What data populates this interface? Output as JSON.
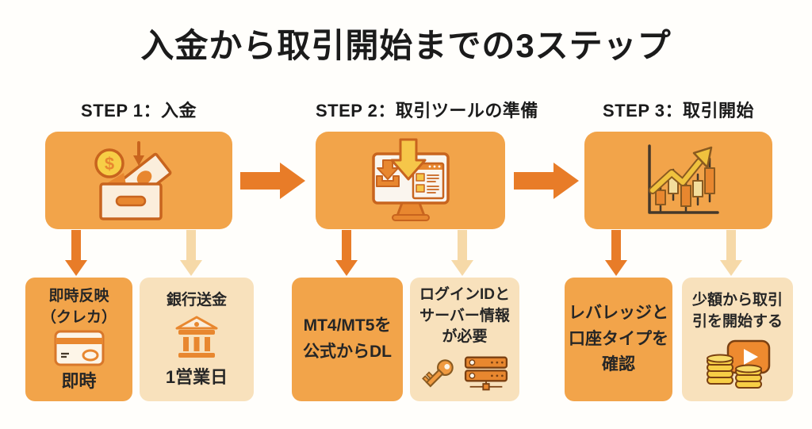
{
  "title": "入金から取引開始までの3ステップ",
  "colors": {
    "main_orange": "#F2A44A",
    "arrow_orange": "#E87C28",
    "light_cream": "#F8E1BC",
    "light_arrow": "#F6D9A8",
    "title_text": "#1B1B1B",
    "body_text": "#262626"
  },
  "steps": [
    {
      "header": "STEP 1：入金",
      "icon": "deposit-box-icon",
      "cards": [
        {
          "lines": [
            "即時反映",
            "（クレカ）"
          ],
          "icon": "credit-card-icon",
          "footer": "即時"
        },
        {
          "lines": [
            "銀行送金"
          ],
          "icon": "bank-icon",
          "footer": "1営業日"
        }
      ]
    },
    {
      "header": "STEP 2：取引ツールの準備",
      "icon": "download-monitor-icon",
      "cards": [
        {
          "lines": [
            "MT4/MT5を",
            "公式からDL"
          ]
        },
        {
          "lines": [
            "ログインIDと",
            "サーバー情報",
            "が必要"
          ],
          "icon": "key-server-icons"
        }
      ]
    },
    {
      "header": "STEP 3：取引開始",
      "icon": "candlestick-chart-icon",
      "cards": [
        {
          "lines": [
            "レバレッジと",
            "口座タイプを",
            "確認"
          ]
        },
        {
          "lines": [
            "少額から取引",
            "引を開始する"
          ],
          "icon": "coins-play-icon"
        }
      ]
    }
  ]
}
